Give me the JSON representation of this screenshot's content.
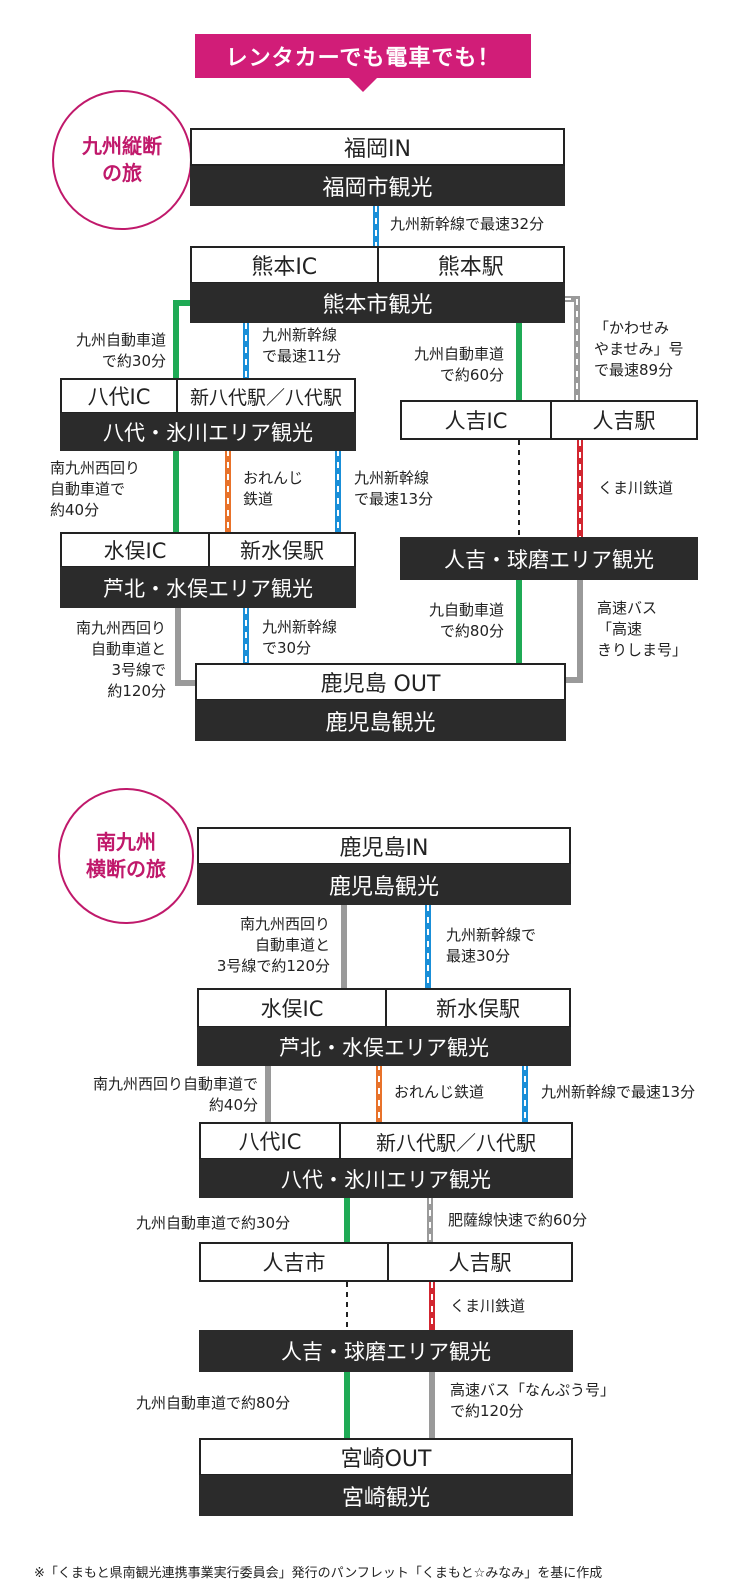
{
  "banner": "レンタカーでも電車でも！",
  "route1": {
    "title_line1": "九州縦断",
    "title_line2": "の旅",
    "fukuoka_in": "福岡IN",
    "fukuoka_sight": "福岡市観光",
    "l_shinkansen32": "九州新幹線で最速32分",
    "kumamoto_ic": "熊本IC",
    "kumamoto_st": "熊本駅",
    "kumamoto_sight": "熊本市観光",
    "l_car30": [
      "九州自動車道",
      "で約30分"
    ],
    "l_shin11": [
      "九州新幹線",
      "で最速11分"
    ],
    "l_car60": [
      "九州自動車道",
      "で約60分"
    ],
    "l_kawasemi": [
      "「かわせみ",
      "やませみ」号",
      "で最速89分"
    ],
    "yatsushiro_ic": "八代IC",
    "yatsushiro_st": "新八代駅／八代駅",
    "yatsushiro_sight": "八代・氷川エリア観光",
    "hitoyoshi_ic": "人吉IC",
    "hitoyoshi_st": "人吉駅",
    "l_minami40": [
      "南九州西回り",
      "自動車道で",
      "約40分"
    ],
    "l_orenji": [
      "おれんじ",
      "鉄道"
    ],
    "l_shin13": [
      "九州新幹線",
      "で最速13分"
    ],
    "l_kuma": "くま川鉄道",
    "minamata_ic": "水俣IC",
    "minamata_st": "新水俣駅",
    "minamata_sight": "芦北・水俣エリア観光",
    "hitoyoshi_sight": "人吉・球磨エリア観光",
    "l_minami120": [
      "南九州西回り",
      "自動車道と",
      "3号線で",
      "約120分"
    ],
    "l_shin30": [
      "九州新幹線",
      "で30分"
    ],
    "l_car80": [
      "九自動車道",
      "で約80分"
    ],
    "l_bus": [
      "高速バス",
      "「高速",
      "きりしま号」"
    ],
    "kagoshima_out": "鹿児島 OUT",
    "kagoshima_sight": "鹿児島観光"
  },
  "route2": {
    "title_line1": "南九州",
    "title_line2": "横断の旅",
    "kagoshima_in": "鹿児島IN",
    "kagoshima_sight": "鹿児島観光",
    "l_minami120": [
      "南九州西回り",
      "自動車道と",
      "3号線で約120分"
    ],
    "l_shin30": [
      "九州新幹線で",
      "最速30分"
    ],
    "minamata_ic": "水俣IC",
    "minamata_st": "新水俣駅",
    "minamata_sight": "芦北・水俣エリア観光",
    "l_minami40": [
      "南九州西回り自動車道で",
      "約40分"
    ],
    "l_orenji": "おれんじ鉄道",
    "l_shin13": "九州新幹線で最速13分",
    "yatsushiro_ic": "八代IC",
    "yatsushiro_st": "新八代駅／八代駅",
    "yatsushiro_sight": "八代・氷川エリア観光",
    "l_car30": "九州自動車道で約30分",
    "l_hisatsu": "肥薩線快速で約60分",
    "hitoyoshi_city": "人吉市",
    "hitoyoshi_st": "人吉駅",
    "l_kuma": "くま川鉄道",
    "hitoyoshi_sight": "人吉・球磨エリア観光",
    "l_car80": "九州自動車道で約80分",
    "l_bus": [
      "高速バス「なんぷう号」",
      "で約120分"
    ],
    "miyazaki_out": "宮崎OUT",
    "miyazaki_sight": "宮崎観光"
  },
  "footnote": "※「くまもと県南観光連携事業実行委員会」発行のパンフレット「くまもと☆みなみ」を基に作成",
  "colors": {
    "magenta": "#d11d78",
    "green": "#1faa55",
    "blue": "#1a8fd8",
    "orange": "#e8722a",
    "red": "#d22630",
    "gray": "#9a9a9a",
    "dark": "#2b2b2b"
  }
}
